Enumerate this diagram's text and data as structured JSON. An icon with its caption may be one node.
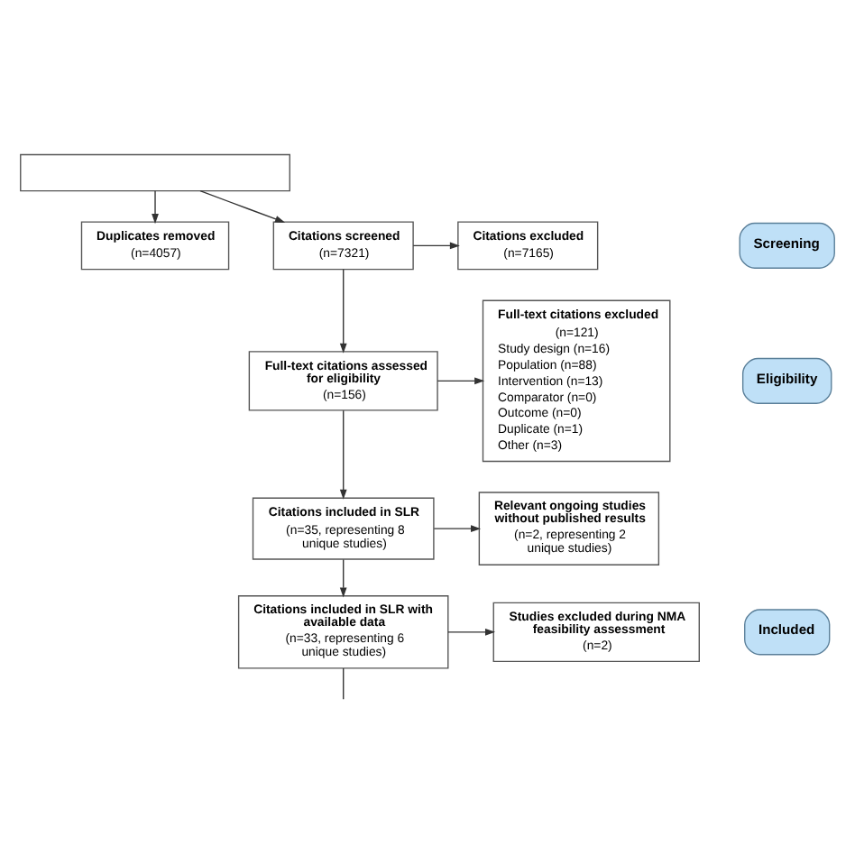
{
  "diagram": {
    "nodes": [
      {
        "text": [],
        "shape": "box"
      },
      {
        "text": [
          "Duplicates removed",
          "(n=4057)"
        ]
      },
      {
        "text": [
          "Citations screened",
          "(n=7321)"
        ]
      },
      {
        "text": [
          "Citations excluded",
          "(n=7165)"
        ]
      },
      {
        "text": [
          "Full-text citations assessed for eligibility",
          "(n=156)"
        ]
      },
      {
        "text": [
          "Full-text citations excluded",
          "(n=121)",
          "Study design (n=16)",
          "Population (n=88)",
          "Intervention (n=13)",
          "Comparator (n=0)",
          "Outcome (n=0)",
          "Duplicate (n=1)",
          "Other (n=3)"
        ]
      },
      {
        "text": [
          "Citations included in SLR",
          "(n=35, representing 8 unique studies)"
        ]
      },
      {
        "text": [
          "Relevant ongoing studies without published results",
          "(n=2, representing 2 unique studies)"
        ]
      },
      {
        "text": [
          "Citations included in SLR with available data",
          "(n=33, representing 6 unique studies)"
        ]
      },
      {
        "text": [
          "Studies excluded during NMA feasibility assessment",
          "(n=2)"
        ]
      },
      {
        "text": [
          "Screening"
        ]
      },
      {
        "text": [
          "Eligibility"
        ]
      },
      {
        "text": [
          "Included"
        ]
      }
    ],
    "edges": [
      {
        "from": 0,
        "to": 2,
        "arrow": "to"
      },
      {
        "from": 0,
        "to": 1,
        "arrow": "to"
      },
      {
        "from": 2,
        "to": 3,
        "arrow": "to"
      },
      {
        "from": 2,
        "to": 4,
        "arrow": "to"
      },
      {
        "from": 4,
        "to": 5,
        "arrow": "to"
      },
      {
        "from": 4,
        "to": 6,
        "arrow": "to"
      },
      {
        "from": 6,
        "to": 7,
        "arrow": "to"
      },
      {
        "from": 6,
        "to": 8,
        "arrow": "to"
      },
      {
        "from": 8,
        "to": 9,
        "arrow": "to"
      },
      {
        "from": 8,
        "to": null,
        "arrow": "none"
      }
    ]
  }
}
